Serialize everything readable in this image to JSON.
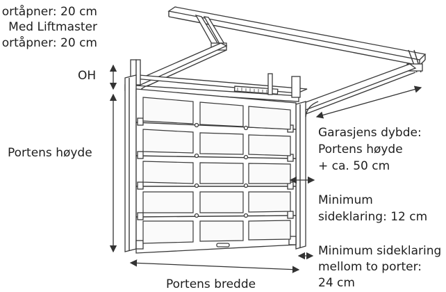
{
  "labels": {
    "top_note_1": "ortåpner: 20 cm",
    "top_note_2": "Med Liftmaster",
    "top_note_3": "ortåpner: 20 cm",
    "oh": "OH",
    "door_height": "Portens høyde",
    "depth_1": "Garasjens dybde:",
    "depth_2": "Portens høyde",
    "depth_3": "+ ca. 50 cm",
    "side_1": "Minimum",
    "side_2": "sideklaring: 12 cm",
    "between_1": "Minimum sideklaring",
    "between_2": "mellom to porter:",
    "between_3": "24 cm",
    "door_width": "Portens bredde"
  }
}
